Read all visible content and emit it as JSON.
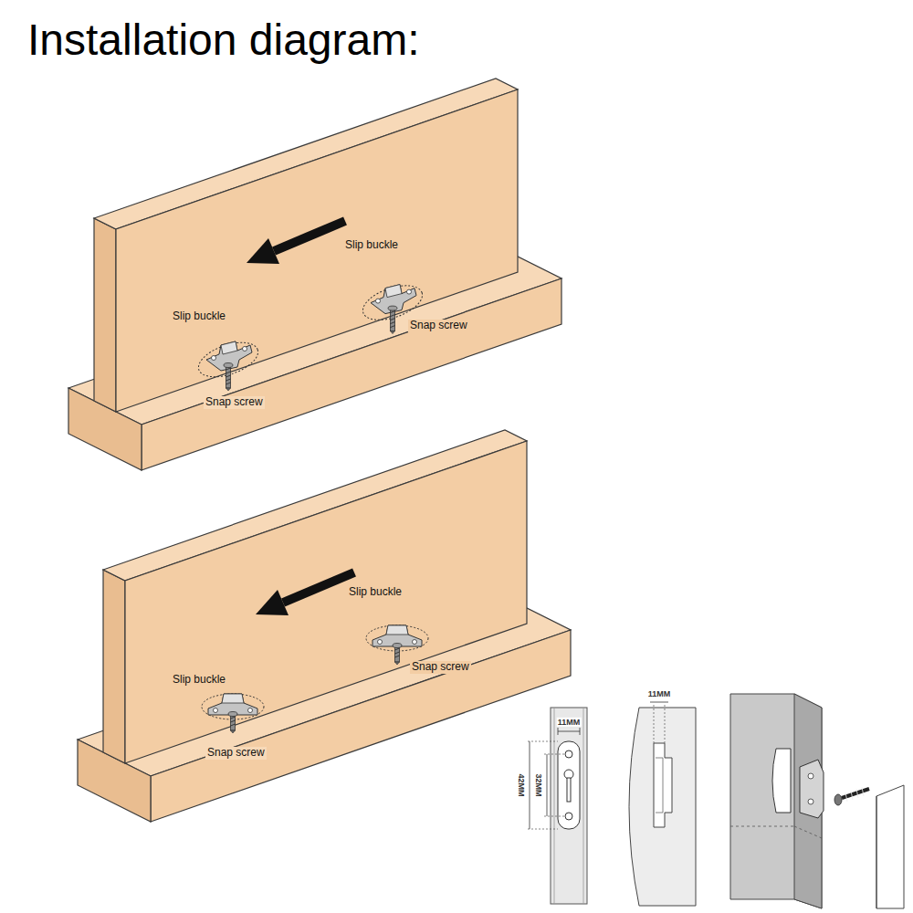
{
  "diagram": {
    "title": "Installation diagram:",
    "labels": [
      "Slip buckle",
      "Slip buckle",
      "Snap screw",
      "Snap screw",
      "Slip buckle",
      "Slip buckle",
      "Snap screw",
      "Snap screw",
      "11MM",
      "42MM",
      "32MM",
      "11MM"
    ]
  }
}
